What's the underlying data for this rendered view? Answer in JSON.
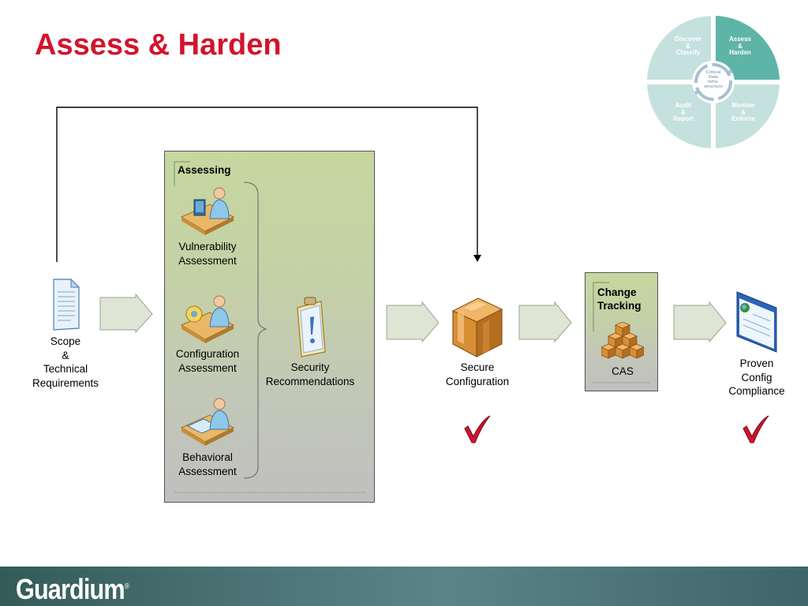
{
  "slide": {
    "title": "Assess & Harden"
  },
  "nodes": {
    "scope": "Scope\n&\nTechnical\nRequirements",
    "security_recommendations": "Security\nRecommendations",
    "secure_configuration": "Secure\nConfiguration",
    "proven_compliance": "Proven\nConfig\nCompliance"
  },
  "assessing_box": {
    "heading": "Assessing",
    "items": [
      {
        "label": "Vulnerability\nAssessment"
      },
      {
        "label": "Configuration\nAssessment"
      },
      {
        "label": "Behavioral\nAssessment"
      }
    ]
  },
  "change_box": {
    "heading": "Change\nTracking",
    "item": "CAS"
  },
  "cycle_wheel": {
    "quadrants": {
      "top_left": "Discover\n&\nClassify",
      "top_right": "Assess\n&\nHarden",
      "bottom_left": "Audit\n&\nReport",
      "bottom_right": "Monitor\n&\nEnforce"
    },
    "hub": "Critical\nData\nInfra-\nstructure",
    "colors": {
      "active": "#5fb4a8",
      "inactive": "#c5e1dd"
    }
  },
  "footer": {
    "logo": "Guardium",
    "logo_mark": "®"
  },
  "colors": {
    "title": "#d2142d",
    "checkmark": "#d2142d",
    "flow_arrow": "#dfe5d4"
  }
}
